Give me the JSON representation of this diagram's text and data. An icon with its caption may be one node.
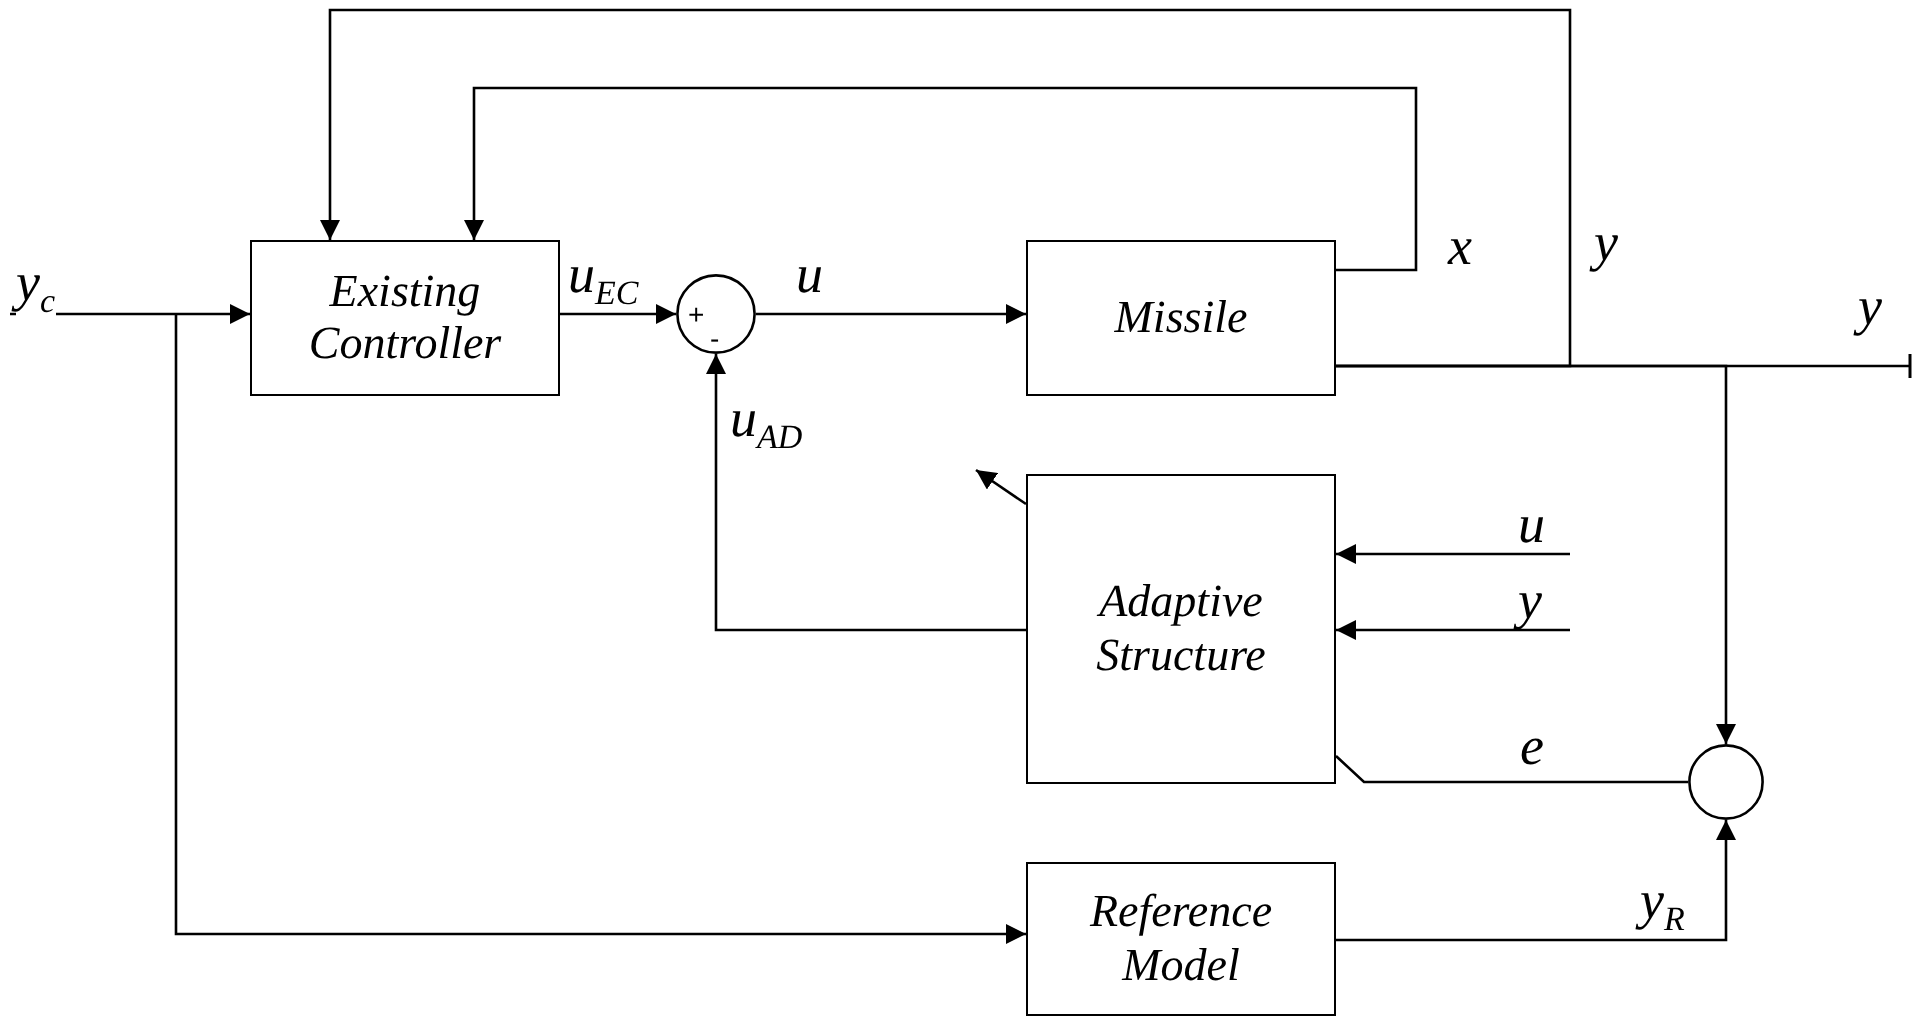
{
  "diagram": {
    "nodes": [
      {
        "text": [
          "Existing Controller"
        ]
      },
      {
        "text": [
          "+",
          "-"
        ]
      },
      {
        "text": [
          "Missile"
        ]
      },
      {
        "text": [
          "Adaptive Structure"
        ]
      },
      {
        "text": [],
        "shape": "circle"
      },
      {
        "text": [
          "Reference Model"
        ]
      }
    ],
    "edges": [
      {
        "from": null,
        "to": 0,
        "arrow": "to",
        "label": "y$_{c}$"
      },
      {
        "from": null,
        "to": 5,
        "arrow": "to"
      },
      {
        "from": 0,
        "to": 1,
        "arrow": "to",
        "label": "u$_{EC}$"
      },
      {
        "from": 1,
        "to": 2,
        "arrow": "to",
        "label": "u"
      },
      {
        "from": 3,
        "to": 1,
        "arrow": "to",
        "label": "u$_{AD}$"
      },
      {
        "from": 2,
        "to": 0,
        "arrow": "to",
        "label": "x"
      },
      {
        "from": 2,
        "to": 0,
        "arrow": "to",
        "label": "y"
      },
      {
        "from": 2,
        "to": null,
        "arrow": "other",
        "label": "y"
      },
      {
        "from": 2,
        "to": 4,
        "arrow": "to"
      },
      {
        "from": null,
        "to": 3,
        "arrow": "to",
        "label": "u"
      },
      {
        "from": null,
        "to": 3,
        "arrow": "to",
        "label": "y"
      },
      {
        "from": 4,
        "to": 3,
        "arrow": "none",
        "label": "e"
      },
      {
        "from": 5,
        "to": 4,
        "arrow": "to",
        "label": "y$_{R}$"
      },
      {
        "from": 3,
        "to": null,
        "arrow": "to"
      }
    ]
  }
}
